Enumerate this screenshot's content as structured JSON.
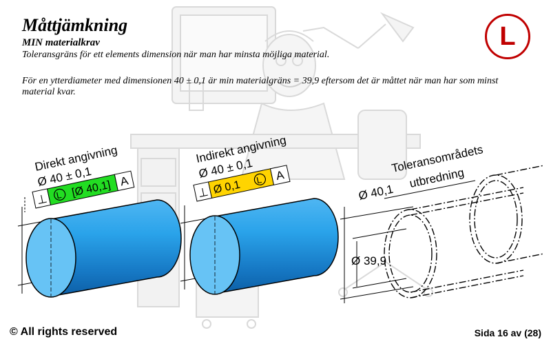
{
  "header": {
    "title": "Måttjämkning",
    "subtitle": "MIN materialkrav",
    "definition": "Toleransgräns för ett elements dimension när man har minsta möjliga material.",
    "example": "För en ytterdiameter med dimensionen 40 ± 0,1 är min materialgräns = 39,9 eftersom det är måttet när man har som minst material kvar.",
    "badge_letter": "L"
  },
  "figures": {
    "direct": {
      "heading": "Direkt angivning",
      "dimension": "Ø 40 ± 0,1",
      "frame": {
        "symbol": "⊥",
        "modifier": "L",
        "value": "[Ø 40,1]",
        "datum": "A"
      },
      "highlight": "#22dd22"
    },
    "indirect": {
      "heading": "Indirekt angivning",
      "dimension": "Ø 40 ± 0,1",
      "frame": {
        "symbol": "⊥",
        "tolerance": "Ø 0,1",
        "modifier": "L",
        "datum": "A"
      },
      "highlight": "#ffd400"
    },
    "zone": {
      "heading_line1": "Toleransområdets",
      "heading_line2": "utbredning",
      "outer_dim": "Ø 40,1",
      "inner_dim": "Ø 39,9"
    }
  },
  "colors": {
    "cylinder": "#1e8ed8",
    "cylinder_face": "#67c3f5",
    "accent": "#c00000"
  },
  "footer": {
    "copyright": "© All rights reserved",
    "page": "Sida 16 av (28)"
  }
}
